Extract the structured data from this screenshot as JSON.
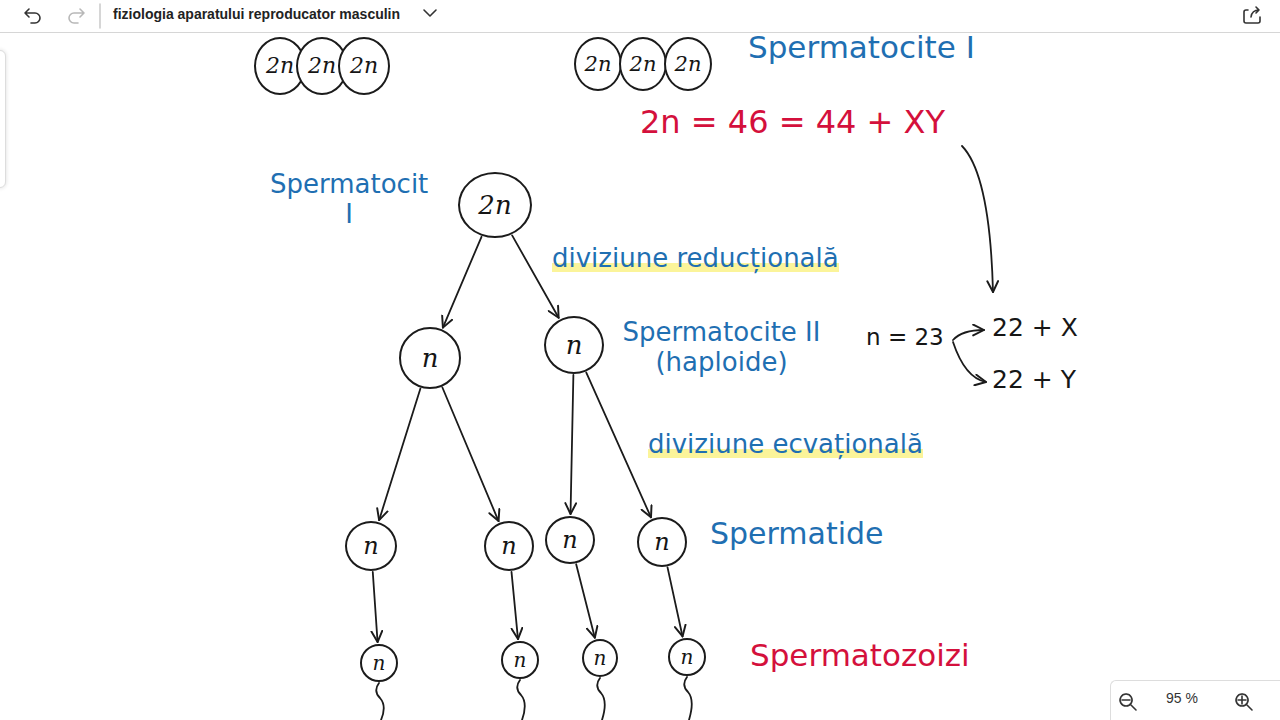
{
  "diagram": {
    "title": "fiziologia aparatului reproducator masculin",
    "nodes": [
      {
        "text": [
          "2n"
        ]
      },
      {
        "text": [
          "2n"
        ]
      },
      {
        "text": [
          "2n"
        ]
      },
      {
        "text": [
          "2n"
        ]
      },
      {
        "text": [
          "2n"
        ]
      },
      {
        "text": [
          "2n"
        ]
      },
      {
        "text": [
          "2n"
        ]
      },
      {
        "text": [
          "n"
        ]
      },
      {
        "text": [
          "n"
        ]
      },
      {
        "text": [
          "n"
        ]
      },
      {
        "text": [
          "n"
        ]
      },
      {
        "text": [
          "n"
        ]
      },
      {
        "text": [
          "n"
        ]
      },
      {
        "text": [
          "n"
        ]
      },
      {
        "text": [
          "n"
        ]
      },
      {
        "text": [
          "n"
        ]
      },
      {
        "text": [
          "n"
        ]
      }
    ],
    "edges": [
      {
        "from": 6,
        "to": 7,
        "arrow": "to"
      },
      {
        "from": 6,
        "to": 8,
        "arrow": "to"
      },
      {
        "from": 7,
        "to": 9,
        "arrow": "to"
      },
      {
        "from": 7,
        "to": 10,
        "arrow": "to"
      },
      {
        "from": 8,
        "to": 11,
        "arrow": "to"
      },
      {
        "from": 8,
        "to": 12,
        "arrow": "to"
      },
      {
        "from": 9,
        "to": 13,
        "arrow": "to"
      },
      {
        "from": 10,
        "to": 14,
        "arrow": "to"
      },
      {
        "from": 11,
        "to": 15,
        "arrow": "to"
      },
      {
        "from": 12,
        "to": 16,
        "arrow": "to"
      }
    ],
    "labels": [
      "Spermatocite I",
      "2n = 46 = 44 + XY",
      "Spermatocit I",
      "diviziune reducțională",
      "Spermatocite II (haploide)",
      "diviziune ecvațională",
      "Spermatide",
      "Spermatozoizi",
      "n = 23",
      "22 + X",
      "22 + Y",
      "95 %"
    ]
  }
}
